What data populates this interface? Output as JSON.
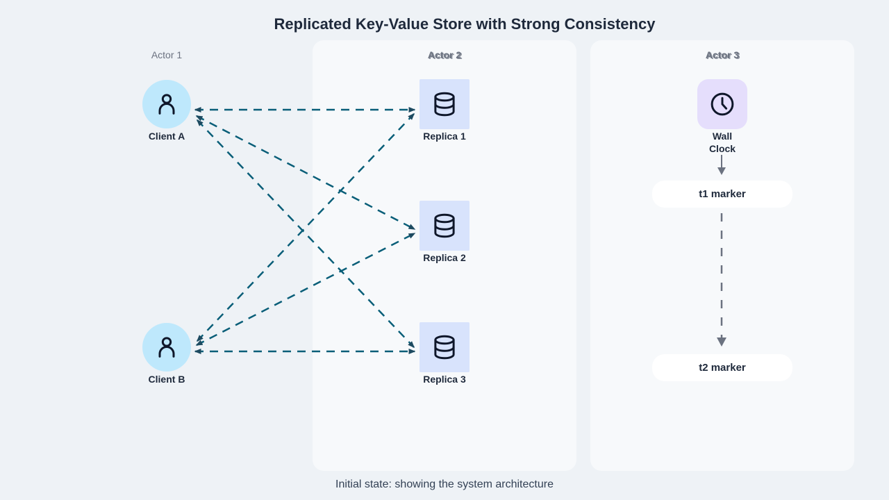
{
  "title": "Replicated Key-Value Store with Strong Consistency",
  "caption": "Initial state: showing the system architecture",
  "lanes": [
    {
      "id": "actor-1",
      "label": "Actor 1"
    },
    {
      "id": "actor-2",
      "label": "Actor 2"
    },
    {
      "id": "actor-3",
      "label": "Actor 3"
    }
  ],
  "nodes": {
    "client_a": {
      "label": "Client A",
      "icon": "person-icon"
    },
    "client_b": {
      "label": "Client B",
      "icon": "person-icon"
    },
    "replica_1": {
      "label": "Replica 1",
      "icon": "database-icon"
    },
    "replica_2": {
      "label": "Replica 2",
      "icon": "database-icon"
    },
    "replica_3": {
      "label": "Replica 3",
      "icon": "database-icon"
    },
    "wall_clock": {
      "label": "Wall Clock",
      "icon": "clock-icon"
    }
  },
  "timeline": {
    "t1_label": "t1 marker",
    "t2_label": "t2 marker"
  },
  "edges": [
    {
      "from": "client_a",
      "to": "replica_1",
      "style": "dashed",
      "bidirectional": true
    },
    {
      "from": "client_a",
      "to": "replica_2",
      "style": "dashed",
      "bidirectional": true
    },
    {
      "from": "client_a",
      "to": "replica_3",
      "style": "dashed",
      "bidirectional": true
    },
    {
      "from": "client_b",
      "to": "replica_1",
      "style": "dashed",
      "bidirectional": true
    },
    {
      "from": "client_b",
      "to": "replica_2",
      "style": "dashed",
      "bidirectional": true
    },
    {
      "from": "client_b",
      "to": "replica_3",
      "style": "dashed",
      "bidirectional": true
    },
    {
      "from": "wall_clock",
      "to": "t1_marker",
      "style": "solid",
      "bidirectional": false
    },
    {
      "from": "t1_marker",
      "to": "t2_marker",
      "style": "dashed",
      "bidirectional": false
    }
  ],
  "colors": {
    "background": "#eef2f6",
    "panel": "#f7f9fb",
    "client_fill": "#bee8fc",
    "replica_fill": "#d8e3fc",
    "clock_fill": "#e5defc",
    "edge_teal": "#095e78",
    "edge_arrowhead": "#1d4a60",
    "timeline_gray": "#6b7280",
    "marker_pill": "#ffffff",
    "text_primary": "#1e293b",
    "text_secondary": "#6b7280"
  }
}
